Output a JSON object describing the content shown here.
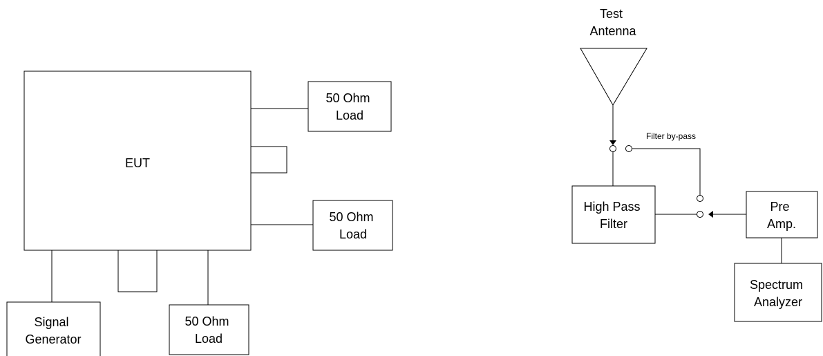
{
  "left_setup": {
    "eut": {
      "label": "EUT"
    },
    "load_top": {
      "line1": "50 Ohm",
      "line2": "Load"
    },
    "load_right": {
      "line1": "50 Ohm",
      "line2": "Load"
    },
    "load_bottom": {
      "line1": "50 Ohm",
      "line2": "Load"
    },
    "signal_generator": {
      "line1": "Signal",
      "line2": "Generator"
    }
  },
  "right_setup": {
    "test_antenna": {
      "line1": "Test",
      "line2": "Antenna"
    },
    "filter_bypass": {
      "label": "Filter by-pass"
    },
    "high_pass_filter": {
      "line1": "High Pass",
      "line2": "Filter"
    },
    "pre_amp": {
      "line1": "Pre",
      "line2": "Amp."
    },
    "spectrum_analyzer": {
      "line1": "Spectrum",
      "line2": "Analyzer"
    }
  }
}
